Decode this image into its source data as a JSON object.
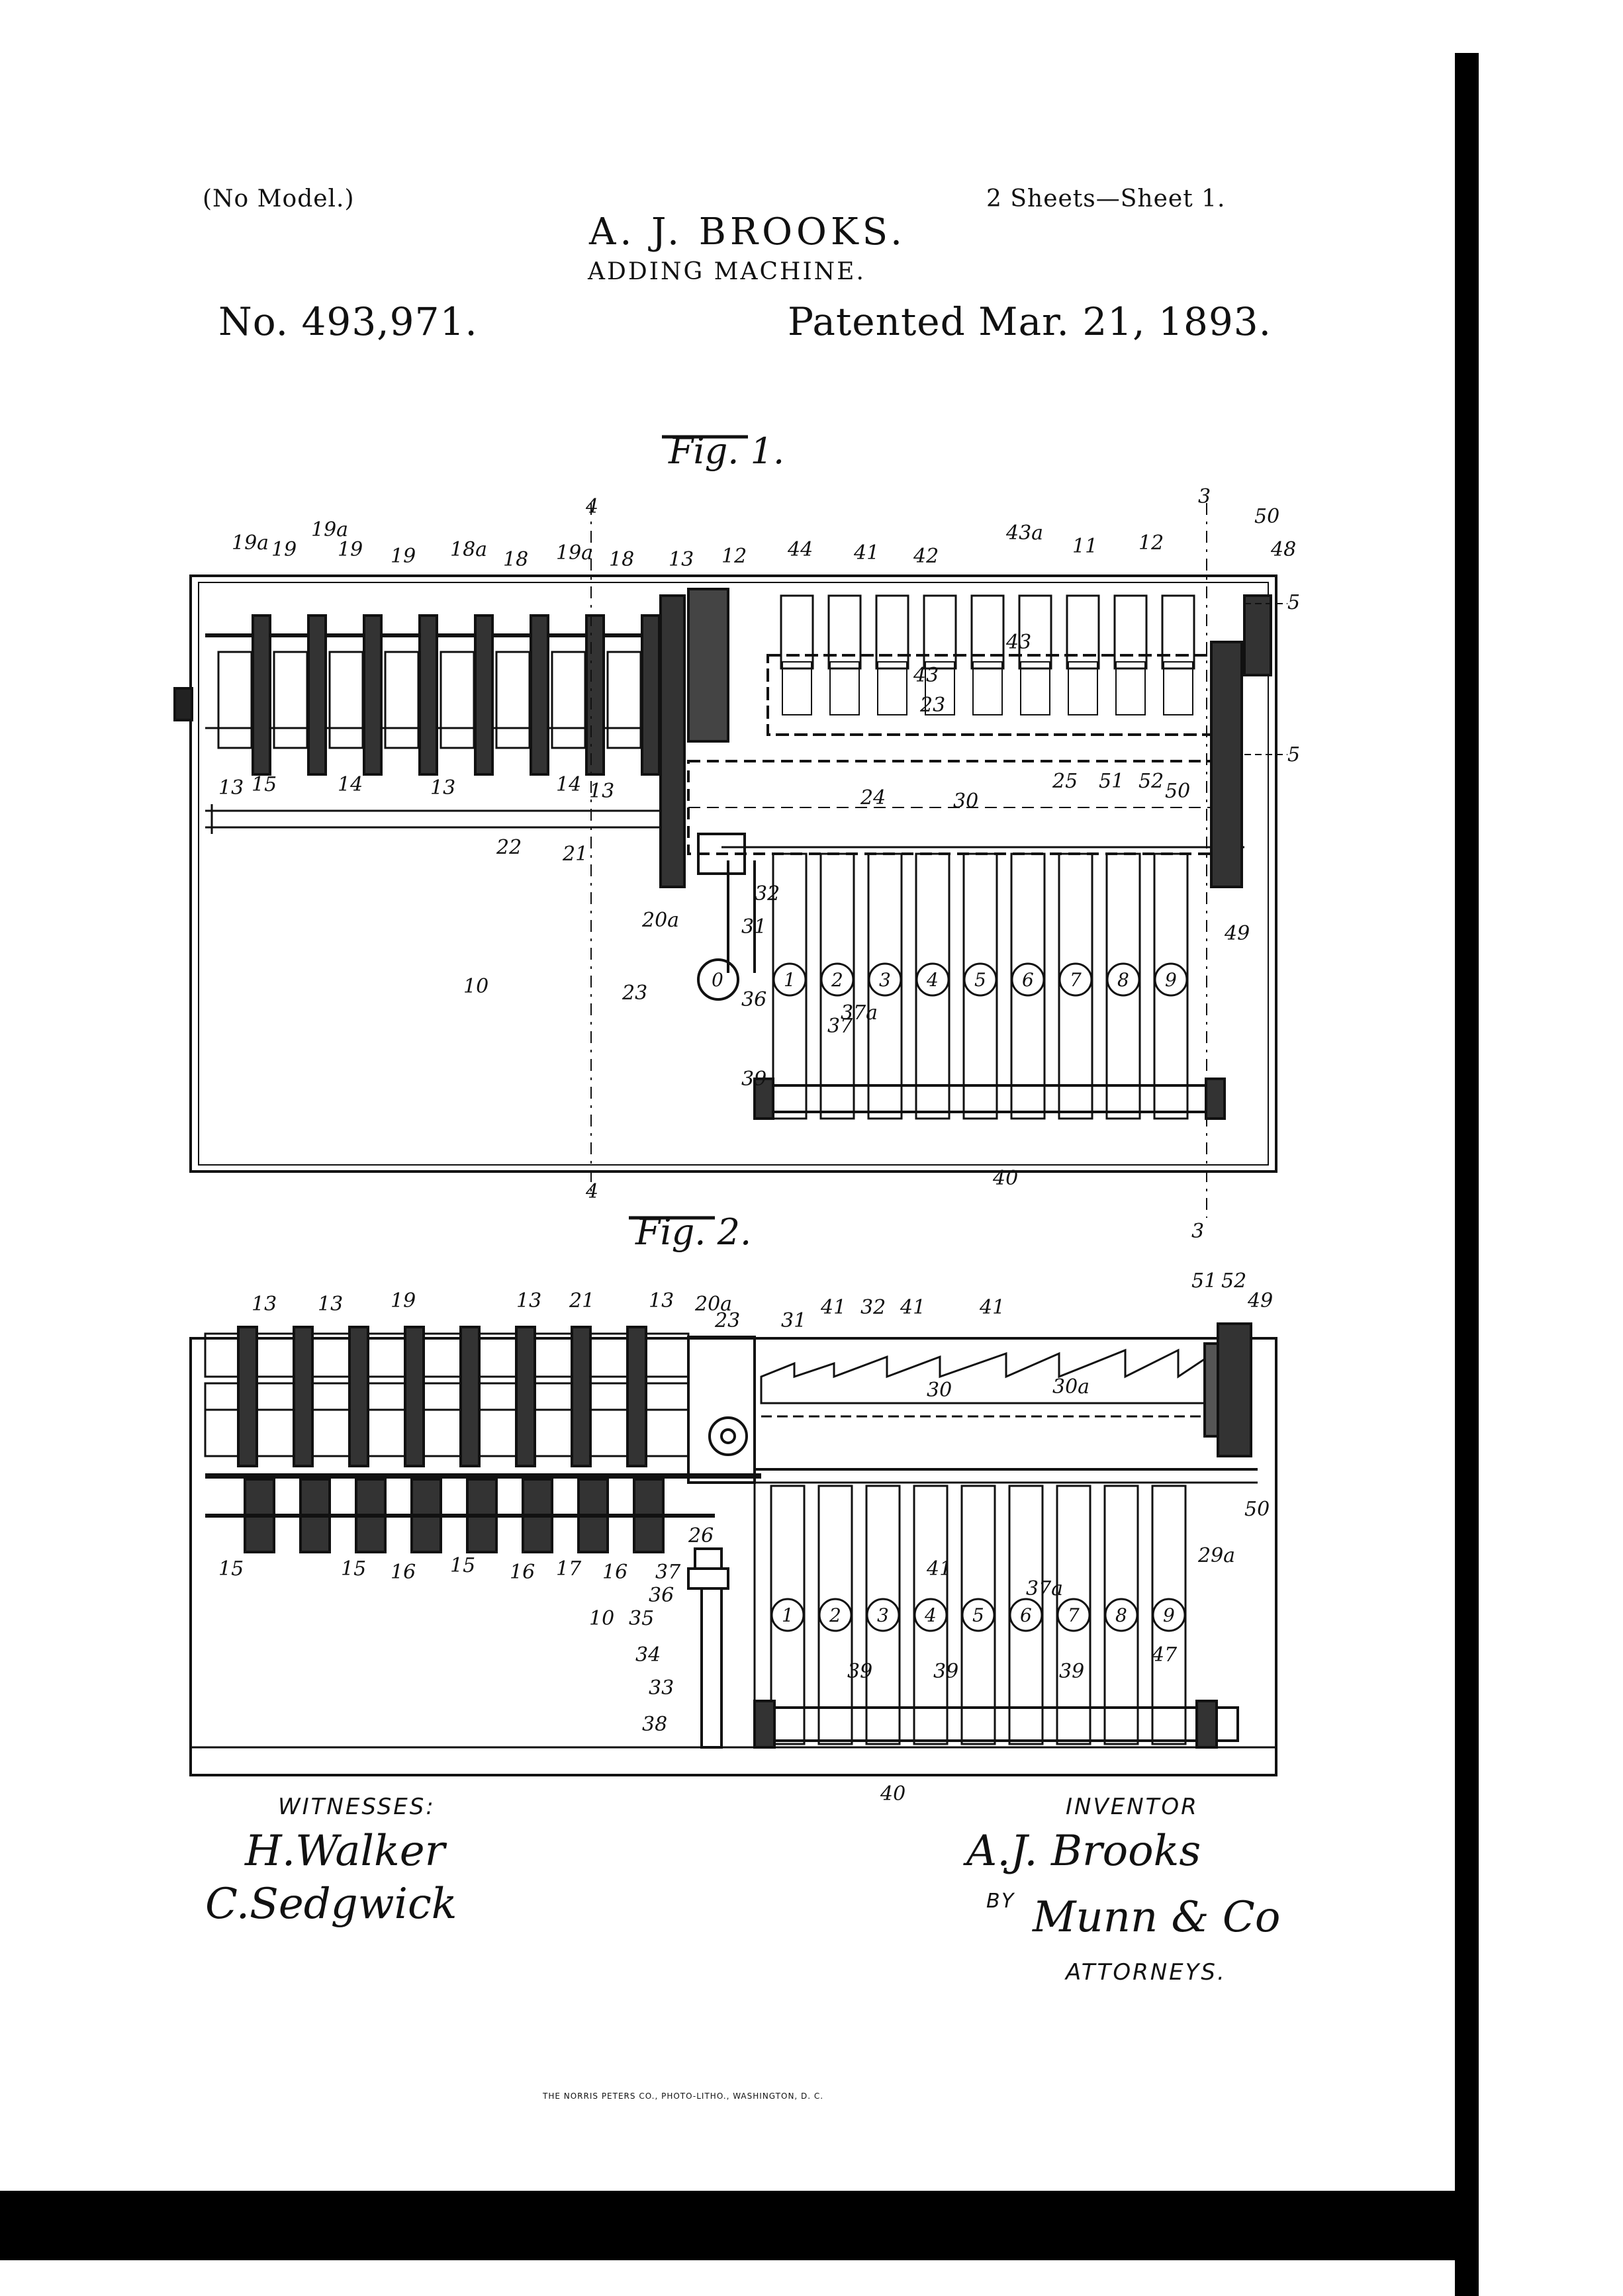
{
  "header": {
    "no_model": "(No Model.)",
    "sheets": "2 Sheets—Sheet 1.",
    "inventor_name": "A. J. BROOKS.",
    "title": "ADDING MACHINE.",
    "patent_number": "No. 493,971.",
    "patented_date": "Patented Mar. 21, 1893."
  },
  "figures": {
    "fig1_label": "Fig. 1.",
    "fig2_label": "Fig. 2.",
    "fig1_keys": [
      "1",
      "2",
      "3",
      "4",
      "5",
      "6",
      "7",
      "8",
      "9"
    ],
    "fig2_keys": [
      "1",
      "2",
      "3",
      "4",
      "5",
      "6",
      "7",
      "8",
      "9"
    ],
    "zero_key": "0",
    "fig1_refs": [
      "19a",
      "19",
      "19a",
      "19",
      "19",
      "18a",
      "18",
      "19a",
      "18",
      "13",
      "12",
      "44",
      "41",
      "42",
      "43a",
      "11",
      "12",
      "50",
      "48",
      "3",
      "4",
      "5",
      "5",
      "43",
      "43",
      "23",
      "25",
      "51",
      "52",
      "50",
      "24",
      "30",
      "20a",
      "32",
      "31",
      "23",
      "36",
      "37",
      "37a",
      "39",
      "40",
      "10",
      "13",
      "14",
      "13",
      "14",
      "13",
      "22",
      "21",
      "49",
      "4",
      "3",
      "15"
    ],
    "fig2_refs": [
      "13",
      "13",
      "19",
      "13",
      "21",
      "13",
      "20a",
      "23",
      "31",
      "41",
      "32",
      "41",
      "41",
      "51",
      "52",
      "49",
      "30",
      "30a",
      "15",
      "15",
      "16",
      "15",
      "16",
      "17",
      "16",
      "26",
      "29a",
      "50",
      "37",
      "36",
      "10",
      "35",
      "34",
      "33",
      "38",
      "41",
      "37a",
      "39",
      "39",
      "39",
      "47",
      "40"
    ]
  },
  "footer": {
    "witnesses_label": "WITNESSES:",
    "witness1": "H.Walker",
    "witness2": "C.Sedgwick",
    "inventor_label": "INVENTOR",
    "inventor_signature": "A.J. Brooks",
    "by_label": "BY",
    "attorney_signature": "Munn & Co",
    "attorneys_label": "ATTORNEYS.",
    "printer": "THE NORRIS PETERS CO., PHOTO-LITHO., WASHINGTON, D. C."
  }
}
